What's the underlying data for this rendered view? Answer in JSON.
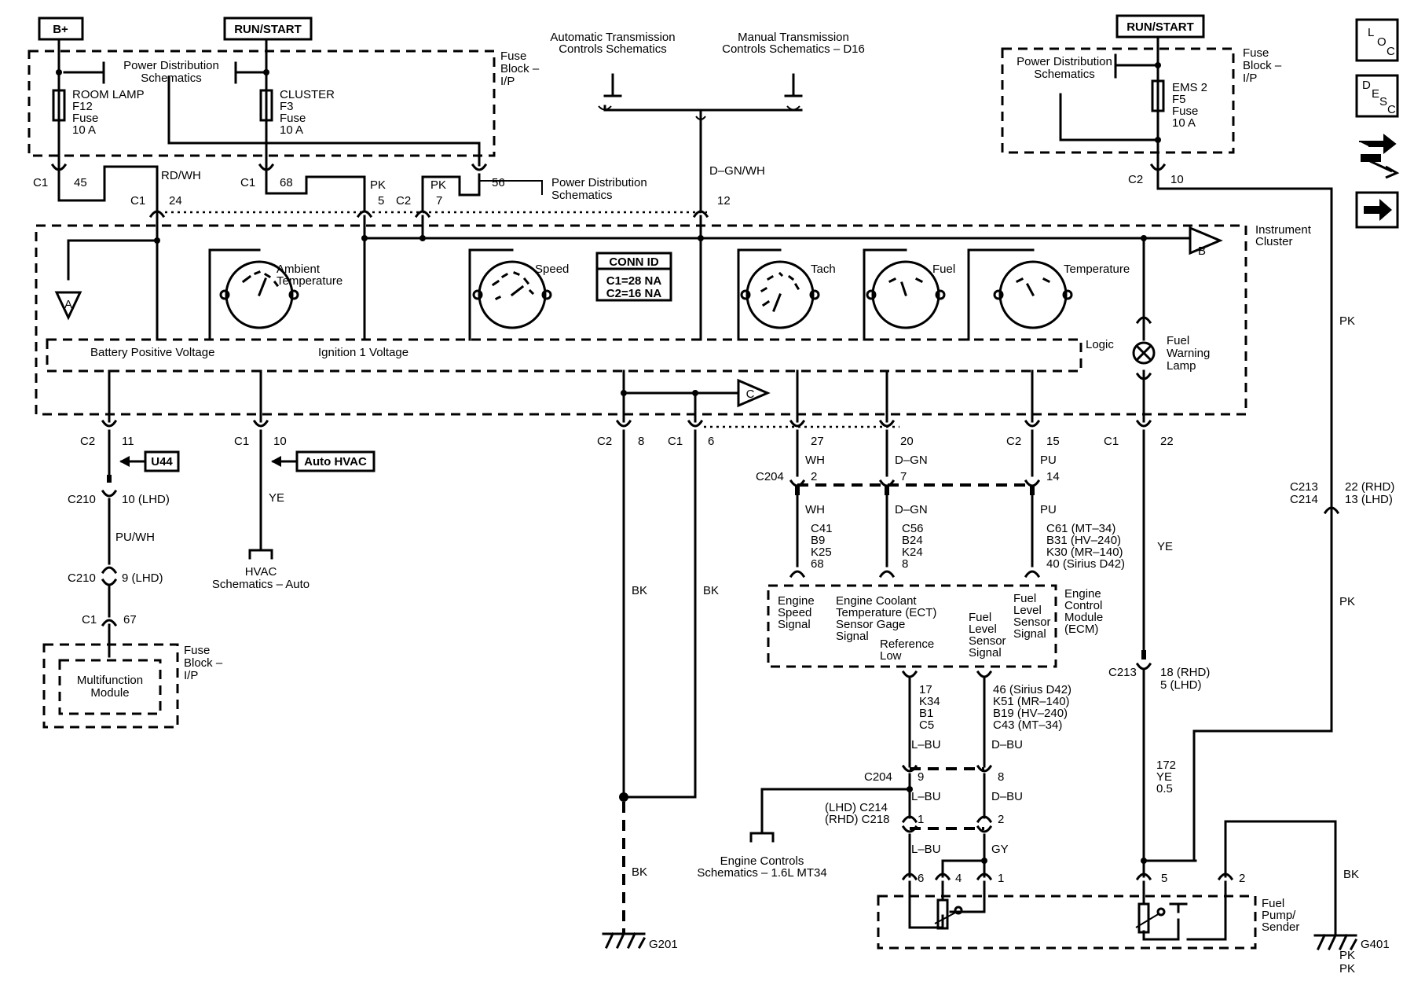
{
  "labels": [
    {
      "id": "bplus",
      "t": "B+"
    },
    {
      "id": "runstart1",
      "t": "RUN/START"
    },
    {
      "id": "runstart2",
      "t": "RUN/START"
    },
    {
      "id": "pds1",
      "t": "Power Distribution"
    },
    {
      "id": "pds1b",
      "t": "Schematics"
    },
    {
      "id": "roomlamp1",
      "t": "ROOM LAMP"
    },
    {
      "id": "roomlamp2",
      "t": "F12"
    },
    {
      "id": "roomlamp3",
      "t": "Fuse"
    },
    {
      "id": "roomlamp4",
      "t": "10 A"
    },
    {
      "id": "cluster1",
      "t": "CLUSTER"
    },
    {
      "id": "cluster2",
      "t": "F3"
    },
    {
      "id": "cluster3",
      "t": "Fuse"
    },
    {
      "id": "cluster4",
      "t": "10 A"
    },
    {
      "id": "fb1a",
      "t": "Fuse"
    },
    {
      "id": "fb1b",
      "t": "Block –"
    },
    {
      "id": "fb1c",
      "t": "I/P"
    },
    {
      "id": "ats1",
      "t": "Automatic Transmission"
    },
    {
      "id": "ats2",
      "t": "Controls Schematics"
    },
    {
      "id": "mts1",
      "t": "Manual Transmission"
    },
    {
      "id": "mts2",
      "t": "Controls Schematics – D16"
    },
    {
      "id": "pds2",
      "t": "Power Distribution"
    },
    {
      "id": "pds2b",
      "t": "Schematics"
    },
    {
      "id": "ems1",
      "t": "EMS 2"
    },
    {
      "id": "ems2",
      "t": "F5"
    },
    {
      "id": "ems3",
      "t": "Fuse"
    },
    {
      "id": "ems4",
      "t": "10 A"
    },
    {
      "id": "fb2a",
      "t": "Fuse"
    },
    {
      "id": "fb2b",
      "t": "Block –"
    },
    {
      "id": "fb2c",
      "t": "I/P"
    },
    {
      "id": "c1_45a",
      "t": "C1"
    },
    {
      "id": "c1_45b",
      "t": "45"
    },
    {
      "id": "rdwh",
      "t": "RD/WH"
    },
    {
      "id": "c1_24a",
      "t": "C1"
    },
    {
      "id": "c1_24b",
      "t": "24"
    },
    {
      "id": "c1_68a",
      "t": "C1"
    },
    {
      "id": "c1_68b",
      "t": "68"
    },
    {
      "id": "pk1",
      "t": "PK"
    },
    {
      "id": "pin5",
      "t": "5"
    },
    {
      "id": "pk2",
      "t": "PK"
    },
    {
      "id": "c2_7a",
      "t": "C2"
    },
    {
      "id": "c2_7b",
      "t": "7"
    },
    {
      "id": "pin56",
      "t": "56"
    },
    {
      "id": "pds3",
      "t": "Power Distribution"
    },
    {
      "id": "pds3b",
      "t": "Schematics"
    },
    {
      "id": "dgnwh",
      "t": "D–GN/WH"
    },
    {
      "id": "pin12",
      "t": "12"
    },
    {
      "id": "c2_10a",
      "t": "C2"
    },
    {
      "id": "c2_10b",
      "t": "10"
    },
    {
      "id": "ic1",
      "t": "Instrument"
    },
    {
      "id": "ic2",
      "t": "Cluster"
    },
    {
      "id": "ambient1",
      "t": "Ambient"
    },
    {
      "id": "ambient2",
      "t": "Temperature"
    },
    {
      "id": "speed",
      "t": "Speed"
    },
    {
      "id": "connid",
      "t": "CONN ID"
    },
    {
      "id": "connc1",
      "t": "C1=28 NA"
    },
    {
      "id": "connc2",
      "t": "C2=16 NA"
    },
    {
      "id": "tach",
      "t": "Tach"
    },
    {
      "id": "fuel",
      "t": "Fuel"
    },
    {
      "id": "temp",
      "t": "Temperature"
    },
    {
      "id": "bpv",
      "t": "Battery Positive Voltage"
    },
    {
      "id": "ign",
      "t": "Ignition 1 Voltage"
    },
    {
      "id": "logic",
      "t": "Logic"
    },
    {
      "id": "fwl1",
      "t": "Fuel"
    },
    {
      "id": "fwl2",
      "t": "Warning"
    },
    {
      "id": "fwl3",
      "t": "Lamp"
    },
    {
      "id": "pk3",
      "t": "PK"
    },
    {
      "id": "c2_11a",
      "t": "C2"
    },
    {
      "id": "c2_11b",
      "t": "11"
    },
    {
      "id": "u44",
      "t": "U44"
    },
    {
      "id": "c1_10a",
      "t": "C1"
    },
    {
      "id": "c1_10b",
      "t": "10"
    },
    {
      "id": "autohvac",
      "t": "Auto HVAC"
    },
    {
      "id": "ye1",
      "t": "YE"
    },
    {
      "id": "hvac1",
      "t": "HVAC"
    },
    {
      "id": "hvac2",
      "t": "Schematics – Auto"
    },
    {
      "id": "c210a",
      "t": "C210"
    },
    {
      "id": "c210b",
      "t": "10 (LHD)"
    },
    {
      "id": "puwh",
      "t": "PU/WH"
    },
    {
      "id": "c210c",
      "t": "C210"
    },
    {
      "id": "c210d",
      "t": "9 (LHD)"
    },
    {
      "id": "c1_67a",
      "t": "C1"
    },
    {
      "id": "c1_67b",
      "t": "67"
    },
    {
      "id": "mfm1",
      "t": "Multifunction"
    },
    {
      "id": "mfm2",
      "t": "Module"
    },
    {
      "id": "fb3a",
      "t": "Fuse"
    },
    {
      "id": "fb3b",
      "t": "Block –"
    },
    {
      "id": "fb3c",
      "t": "I/P"
    },
    {
      "id": "c2_8a",
      "t": "C2"
    },
    {
      "id": "c2_8b",
      "t": "8"
    },
    {
      "id": "c1_6a",
      "t": "C1"
    },
    {
      "id": "c1_6b",
      "t": "6"
    },
    {
      "id": "bk1",
      "t": "BK"
    },
    {
      "id": "bk2",
      "t": "BK"
    },
    {
      "id": "bk3",
      "t": "BK"
    },
    {
      "id": "g201",
      "t": "G201"
    },
    {
      "id": "pin27",
      "t": "27"
    },
    {
      "id": "pin20",
      "t": "20"
    },
    {
      "id": "c2_15a",
      "t": "C2"
    },
    {
      "id": "c2_15b",
      "t": "15"
    },
    {
      "id": "wh1",
      "t": "WH"
    },
    {
      "id": "dgn1",
      "t": "D–GN"
    },
    {
      "id": "pu1",
      "t": "PU"
    },
    {
      "id": "c204a",
      "t": "C204"
    },
    {
      "id": "pin2",
      "t": "2"
    },
    {
      "id": "pin7",
      "t": "7"
    },
    {
      "id": "pin14",
      "t": "14"
    },
    {
      "id": "wh2",
      "t": "WH"
    },
    {
      "id": "dgn2",
      "t": "D–GN"
    },
    {
      "id": "pu2",
      "t": "PU"
    },
    {
      "id": "cc1",
      "t": "C41"
    },
    {
      "id": "cc2",
      "t": "B9"
    },
    {
      "id": "cc3",
      "t": "K25"
    },
    {
      "id": "cc4",
      "t": "68"
    },
    {
      "id": "cd1",
      "t": "C56"
    },
    {
      "id": "cd2",
      "t": "B24"
    },
    {
      "id": "cd3",
      "t": "K24"
    },
    {
      "id": "cd4",
      "t": "8"
    },
    {
      "id": "ce1",
      "t": "C61 (MT–34)"
    },
    {
      "id": "ce2",
      "t": "B31 (HV–240)"
    },
    {
      "id": "ce3",
      "t": "K30 (MR–140)"
    },
    {
      "id": "ce4",
      "t": "40 (Sirius D42)"
    },
    {
      "id": "c1_22a",
      "t": "C1"
    },
    {
      "id": "c1_22b",
      "t": "22"
    },
    {
      "id": "ye2",
      "t": "YE"
    },
    {
      "id": "c213a",
      "t": "C213"
    },
    {
      "id": "c213b",
      "t": "C214"
    },
    {
      "id": "c213c",
      "t": "22 (RHD)"
    },
    {
      "id": "c213d",
      "t": "13 (LHD)"
    },
    {
      "id": "pk4",
      "t": "PK"
    },
    {
      "id": "ess1",
      "t": "Engine"
    },
    {
      "id": "ess2",
      "t": "Speed"
    },
    {
      "id": "ess3",
      "t": "Signal"
    },
    {
      "id": "ect1",
      "t": "Engine Coolant"
    },
    {
      "id": "ect2",
      "t": "Temperature (ECT)"
    },
    {
      "id": "ect3",
      "t": "Sensor Gage"
    },
    {
      "id": "ect4",
      "t": "Signal"
    },
    {
      "id": "ref1",
      "t": "Reference"
    },
    {
      "id": "ref2",
      "t": "Low"
    },
    {
      "id": "flss1",
      "t": "Fuel"
    },
    {
      "id": "flss2",
      "t": "Level"
    },
    {
      "id": "flss3",
      "t": "Sensor"
    },
    {
      "id": "flss4",
      "t": "Signal"
    },
    {
      "id": "fls1",
      "t": "Fuel"
    },
    {
      "id": "fls2",
      "t": "Level"
    },
    {
      "id": "fls3",
      "t": "Sensor"
    },
    {
      "id": "fls4",
      "t": "Signal"
    },
    {
      "id": "ecm1",
      "t": "Engine"
    },
    {
      "id": "ecm2",
      "t": "Control"
    },
    {
      "id": "ecm3",
      "t": "Module"
    },
    {
      "id": "ecm4",
      "t": "(ECM)"
    },
    {
      "id": "c213e",
      "t": "C213"
    },
    {
      "id": "c213f",
      "t": "18 (RHD)"
    },
    {
      "id": "c213g",
      "t": "5 (LHD)"
    },
    {
      "id": "ea1",
      "t": "17"
    },
    {
      "id": "ea2",
      "t": "K34"
    },
    {
      "id": "ea3",
      "t": "B1"
    },
    {
      "id": "ea4",
      "t": "C5"
    },
    {
      "id": "lbu1",
      "t": "L–BU"
    },
    {
      "id": "eb1",
      "t": "46 (Sirius D42)"
    },
    {
      "id": "eb2",
      "t": "K51 (MR–140)"
    },
    {
      "id": "eb3",
      "t": "B19 (HV–240)"
    },
    {
      "id": "eb4",
      "t": "C43 (MT–34)"
    },
    {
      "id": "dbu1",
      "t": "D–BU"
    },
    {
      "id": "n172a",
      "t": "172"
    },
    {
      "id": "n172b",
      "t": "YE"
    },
    {
      "id": "n172c",
      "t": "0.5"
    },
    {
      "id": "c204b",
      "t": "C204"
    },
    {
      "id": "pin9",
      "t": "9"
    },
    {
      "id": "pin8",
      "t": "8"
    },
    {
      "id": "lbu2",
      "t": "L–BU"
    },
    {
      "id": "dbu2",
      "t": "D–BU"
    },
    {
      "id": "lhd",
      "t": "(LHD) C214"
    },
    {
      "id": "rhd",
      "t": "(RHD) C218"
    },
    {
      "id": "pin1a",
      "t": "1"
    },
    {
      "id": "pin2a",
      "t": "2"
    },
    {
      "id": "ec1",
      "t": "Engine Controls"
    },
    {
      "id": "ec2",
      "t": "Schematics – 1.6L MT34"
    },
    {
      "id": "lbu3",
      "t": "L–BU"
    },
    {
      "id": "gy",
      "t": "GY"
    },
    {
      "id": "pin6",
      "t": "6"
    },
    {
      "id": "pin4",
      "t": "4"
    },
    {
      "id": "pin1b",
      "t": "1"
    },
    {
      "id": "pin5b",
      "t": "5"
    },
    {
      "id": "pin2b",
      "t": "2"
    },
    {
      "id": "fps1",
      "t": "Fuel"
    },
    {
      "id": "fps2",
      "t": "Pump/"
    },
    {
      "id": "fps3",
      "t": "Sender"
    },
    {
      "id": "bk4",
      "t": "BK"
    },
    {
      "id": "g401",
      "t": "G401"
    },
    {
      "id": "pk5",
      "t": "PK"
    },
    {
      "id": "pk6",
      "t": "PK"
    },
    {
      "id": "trA",
      "t": "A"
    },
    {
      "id": "trB",
      "t": "B"
    },
    {
      "id": "trC",
      "t": "C"
    }
  ],
  "nav": [
    {
      "id": "loc",
      "t": [
        "L",
        "O",
        "C"
      ],
      "icon": "loc-icon"
    },
    {
      "id": "desc",
      "t": [
        "D",
        "E",
        "S",
        "C"
      ],
      "icon": "desc-icon"
    },
    {
      "id": "connector",
      "icon": "connector-icon"
    },
    {
      "id": "next",
      "icon": "arrow-right-icon"
    }
  ]
}
